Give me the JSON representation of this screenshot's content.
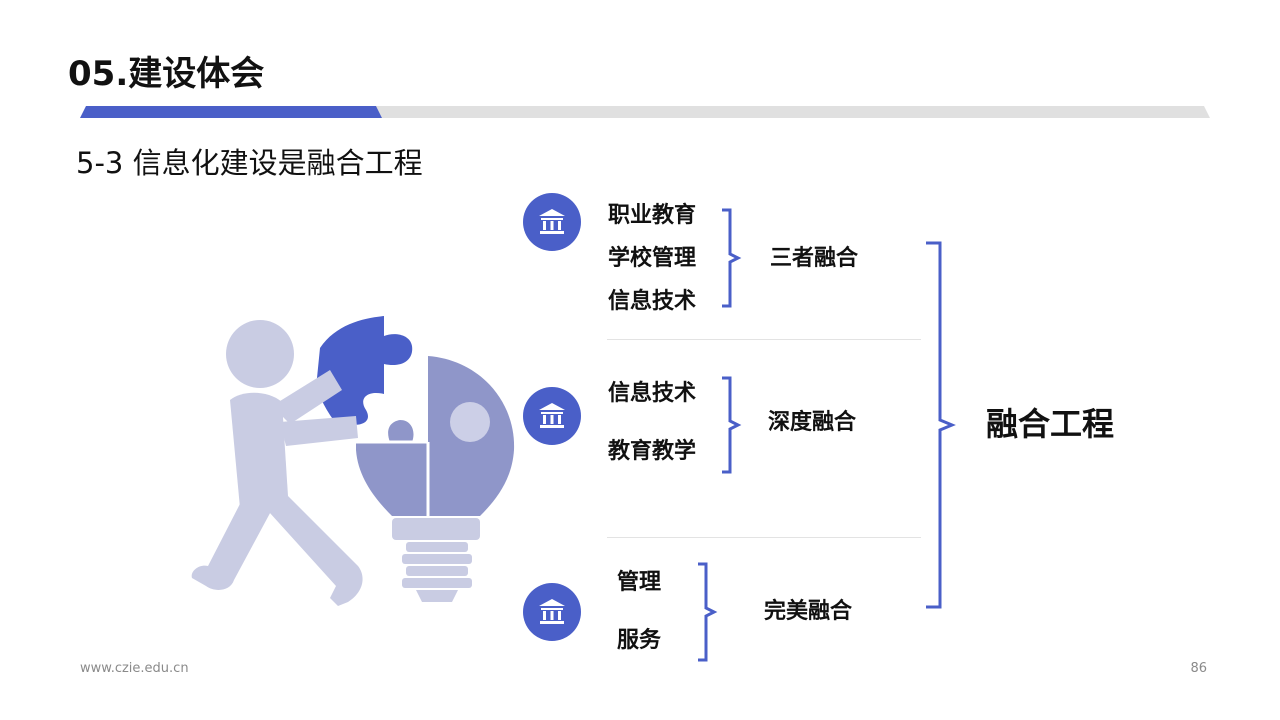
{
  "header": {
    "title": "05.建设体会",
    "subtitle": "5-3 信息化建设是融合工程"
  },
  "colors": {
    "accent": "#4a5fc8",
    "bracket": "#4a5fc8",
    "figure_light": "#c9cce3",
    "puzzle_dark": "#4a5fc8",
    "puzzle_mid": "#8f96c9",
    "gray_bar": "#e0e0e0"
  },
  "icons": {
    "group_icon": "bank-building-icon"
  },
  "groups": [
    {
      "items": [
        "职业教育",
        "学校管理",
        "信息技术"
      ],
      "label": "三者融合"
    },
    {
      "items": [
        "信息技术",
        "教育教学"
      ],
      "label": "深度融合"
    },
    {
      "items": [
        "管理",
        "服务"
      ],
      "label": "完美融合"
    }
  ],
  "result": {
    "label": "融合工程"
  },
  "footer": {
    "url": "www.czie.edu.cn",
    "page": "86"
  }
}
